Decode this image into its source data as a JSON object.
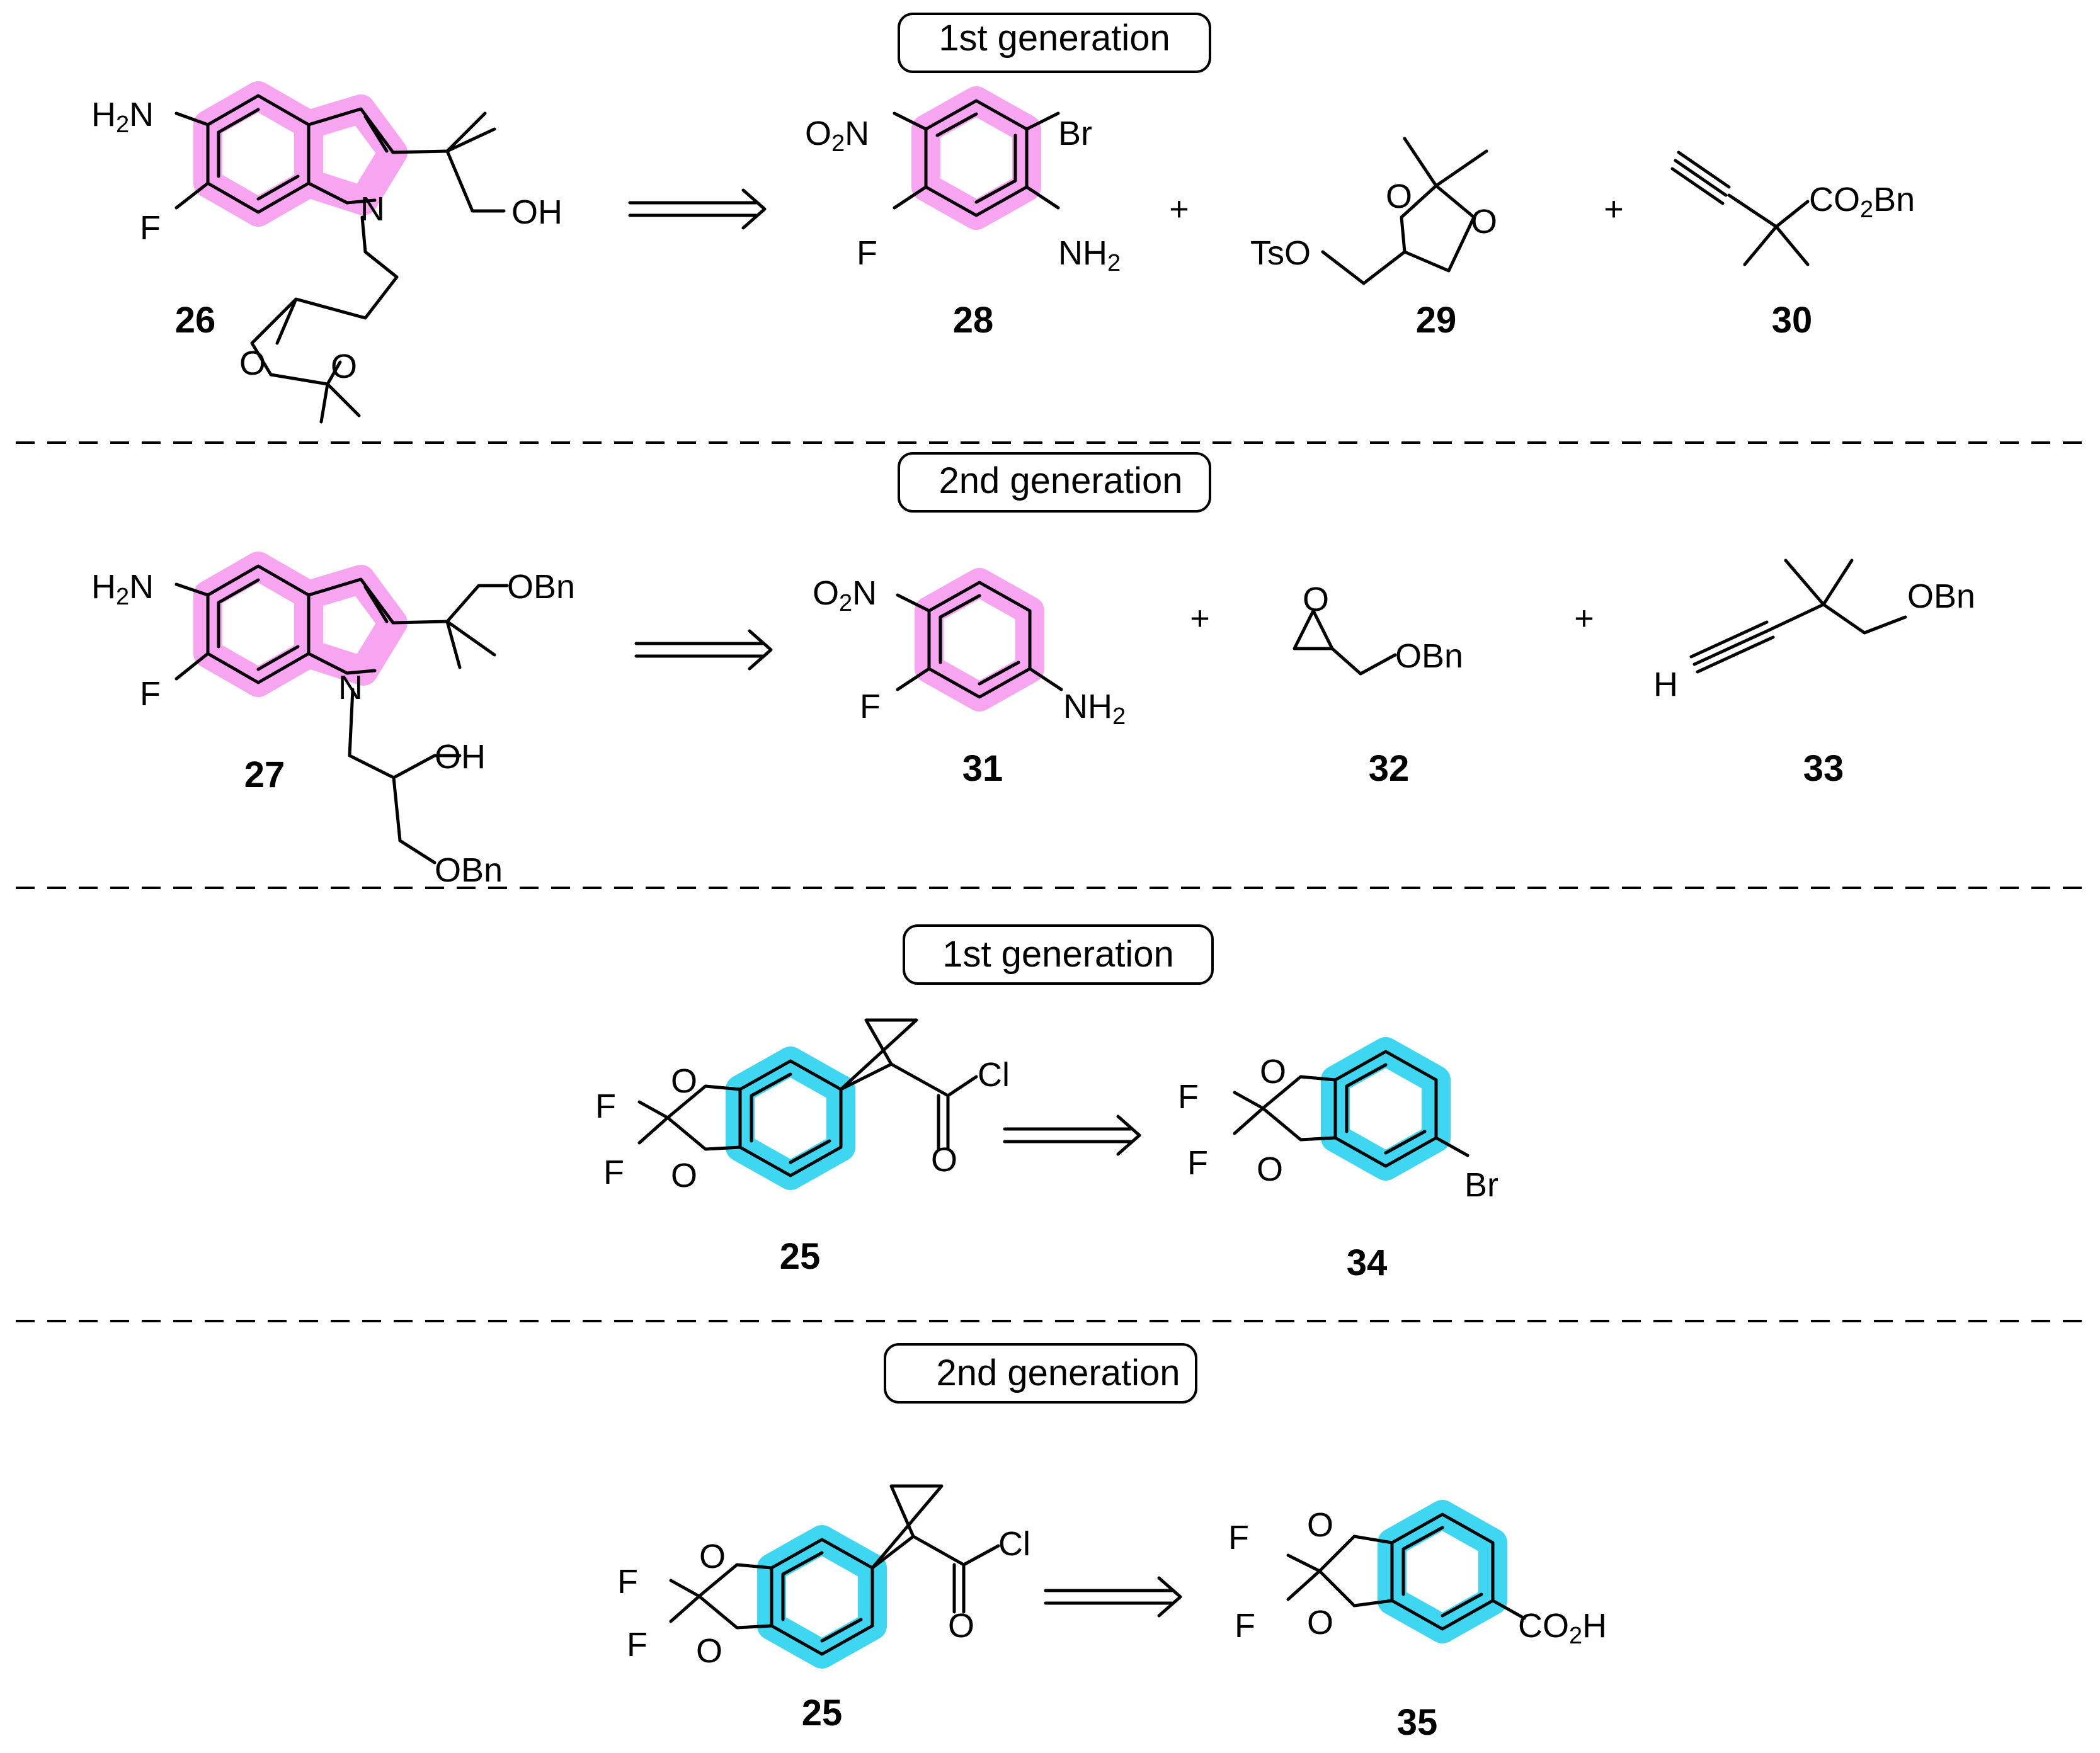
{
  "colors": {
    "indole_highlight": "#f7a4f1",
    "aryl_highlight": "#3fd6f2"
  },
  "sections": [
    {
      "generation_label": "1st generation"
    },
    {
      "generation_label": "2nd generation"
    },
    {
      "generation_label": "1st generation"
    },
    {
      "generation_label": "2nd generation"
    }
  ],
  "plus_sign": "+",
  "compounds": {
    "c26": {
      "id": "26",
      "labels": [
        "H2N",
        "F",
        "N",
        "OH",
        "O",
        "O"
      ]
    },
    "c28": {
      "id": "28",
      "labels": [
        "O2N",
        "Br",
        "F",
        "NH2"
      ]
    },
    "c29": {
      "id": "29",
      "labels": [
        "TsO",
        "O",
        "O"
      ]
    },
    "c30": {
      "id": "30",
      "labels": [
        "CO2Bn"
      ]
    },
    "c27": {
      "id": "27",
      "labels": [
        "H2N",
        "F",
        "N",
        "OBn",
        "OH",
        "OBn"
      ]
    },
    "c31": {
      "id": "31",
      "labels": [
        "O2N",
        "F",
        "NH2"
      ]
    },
    "c32": {
      "id": "32",
      "labels": [
        "O",
        "OBn"
      ]
    },
    "c33": {
      "id": "33",
      "labels": [
        "OBn",
        "H"
      ]
    },
    "c25a": {
      "id": "25",
      "labels": [
        "F",
        "F",
        "O",
        "O",
        "Cl",
        "O"
      ]
    },
    "c34": {
      "id": "34",
      "labels": [
        "F",
        "F",
        "O",
        "O",
        "Br"
      ]
    },
    "c25b": {
      "id": "25",
      "labels": [
        "F",
        "F",
        "O",
        "O",
        "Cl",
        "O"
      ]
    },
    "c35": {
      "id": "35",
      "labels": [
        "F",
        "F",
        "O",
        "O",
        "CO2H"
      ]
    }
  }
}
